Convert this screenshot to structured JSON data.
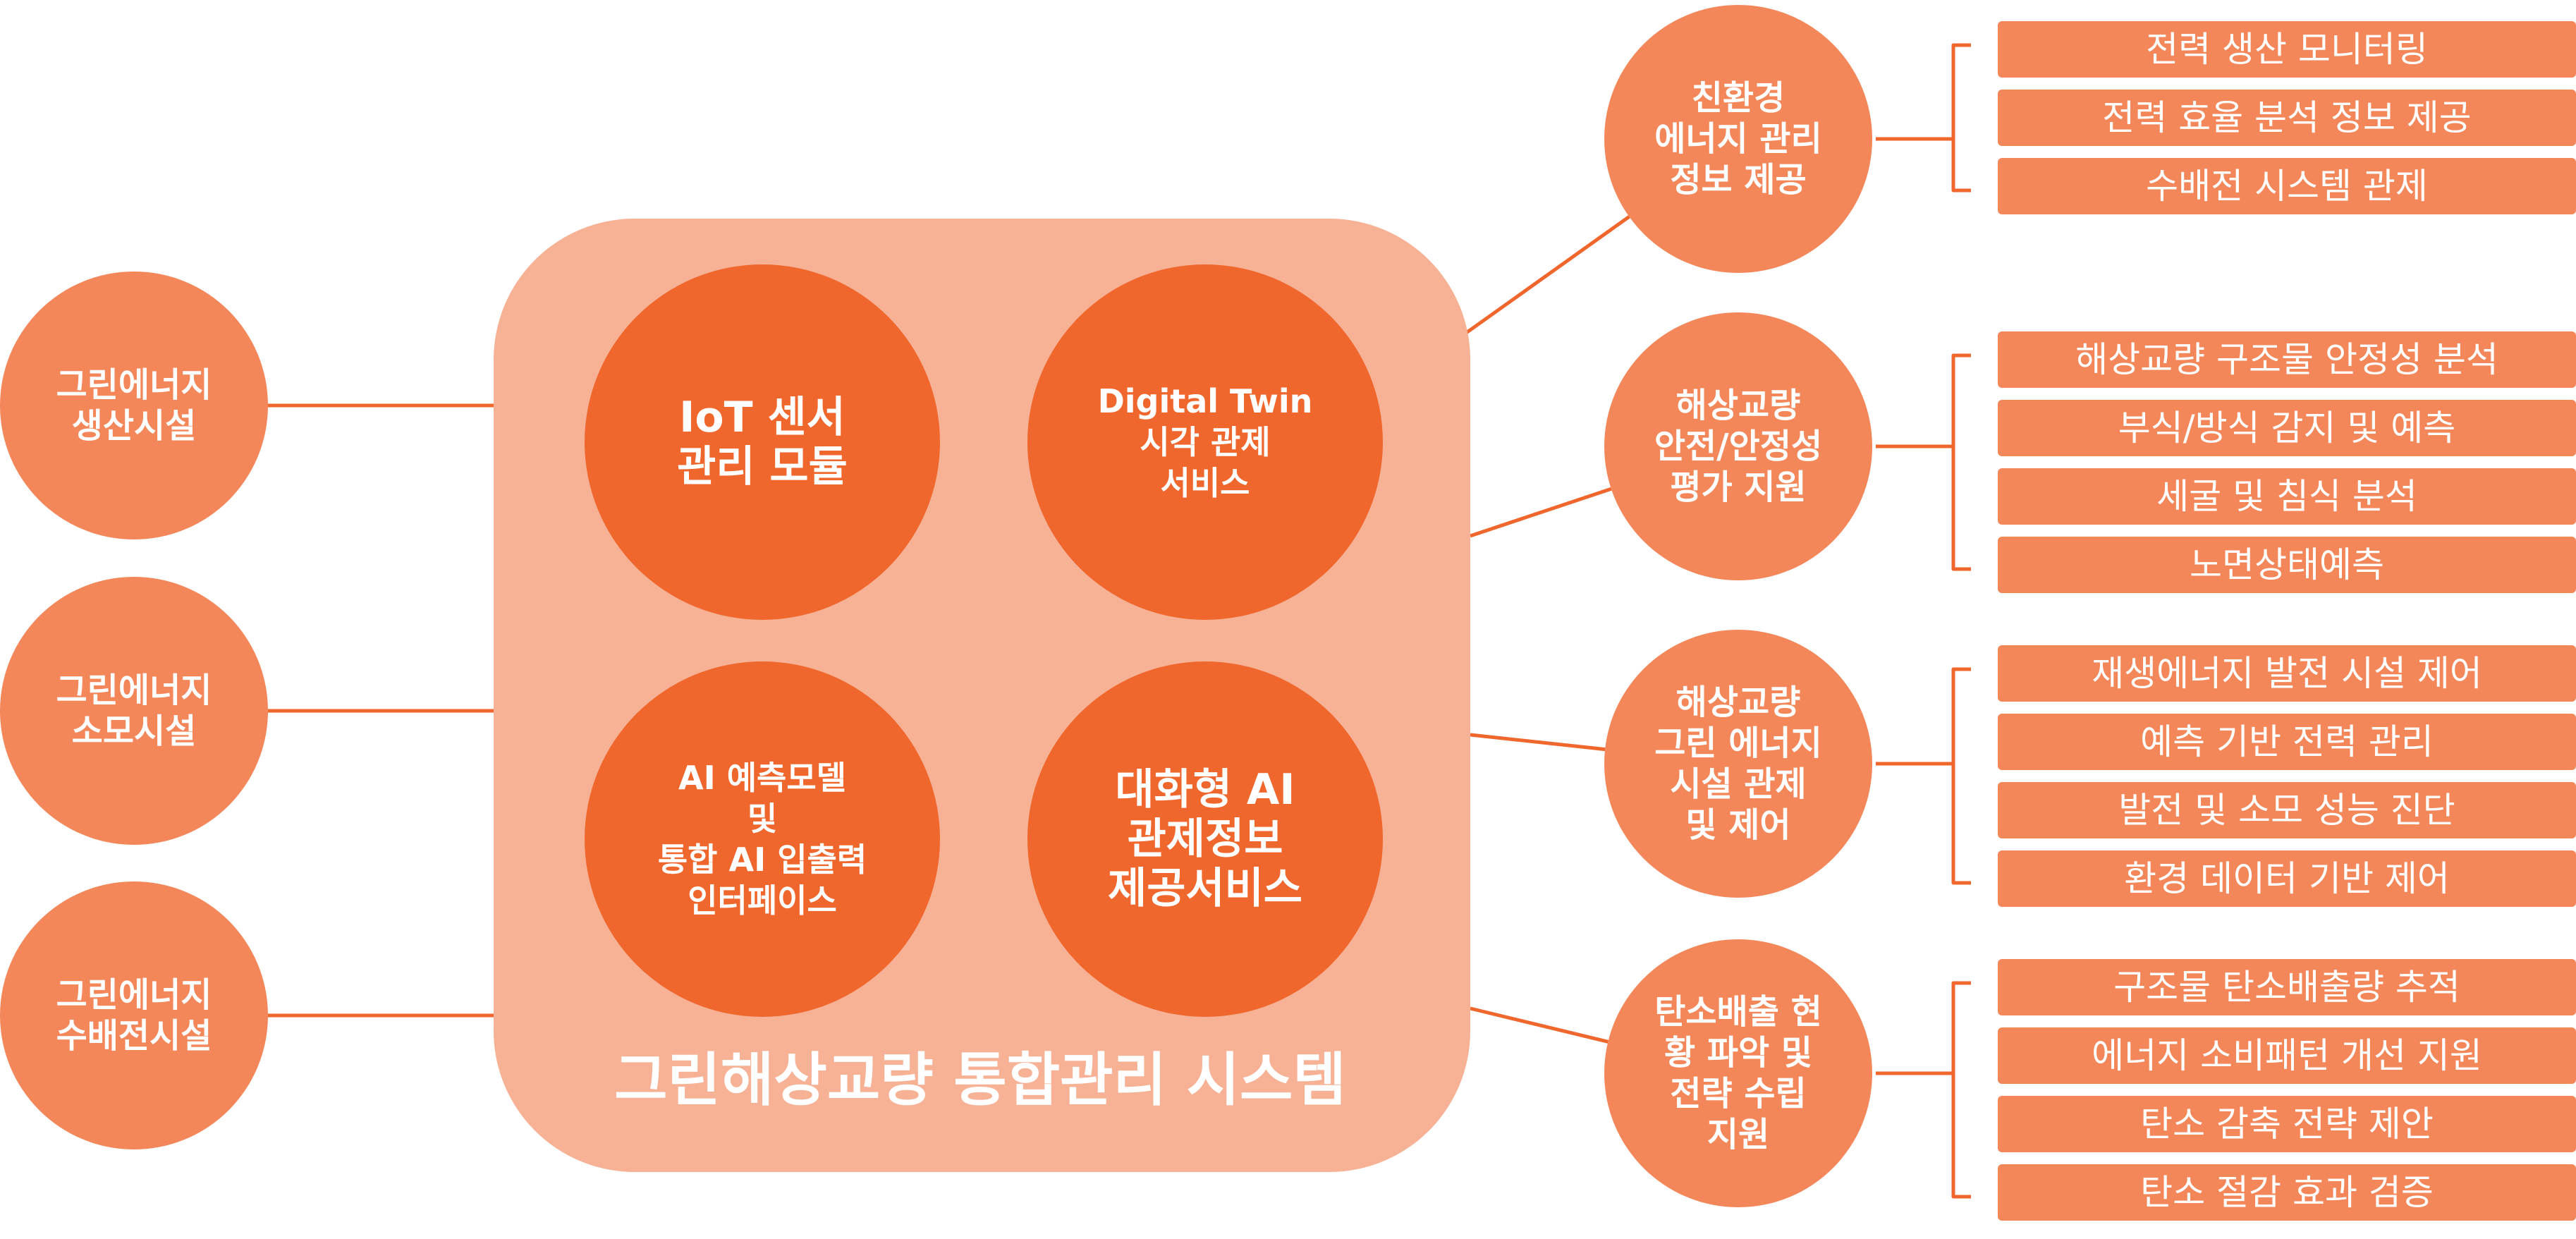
{
  "colors": {
    "circle": "#F4875A",
    "module": "#F0672D",
    "container": "#F7B194",
    "line": "#F0672D",
    "bar": "#F4875A",
    "text": "#FFFFFF"
  },
  "left_nodes": [
    {
      "lines": [
        "그린에너지",
        "생산시설"
      ]
    },
    {
      "lines": [
        "그린에너지",
        "소모시설"
      ]
    },
    {
      "lines": [
        "그린에너지",
        "수배전시설"
      ]
    }
  ],
  "system": {
    "title": "그린해상교량 통합관리 시스템",
    "modules": [
      {
        "lines": [
          "IoT 센서",
          "관리 모듈"
        ]
      },
      {
        "lines": [
          "Digital Twin",
          "시각 관제",
          "서비스"
        ]
      },
      {
        "lines": [
          "AI 예측모델",
          "및",
          "통합 AI 입출력",
          "인터페이스"
        ]
      },
      {
        "lines": [
          "대화형 AI",
          "관제정보",
          "제공서비스"
        ]
      }
    ]
  },
  "right_nodes": [
    {
      "lines": [
        "친환경",
        "에너지 관리",
        "정보 제공"
      ],
      "features": [
        "전력 생산 모니터링",
        "전력 효율 분석 정보 제공",
        "수배전 시스템 관제"
      ]
    },
    {
      "lines": [
        "해상교량",
        "안전/안정성",
        "평가 지원"
      ],
      "features": [
        "해상교량 구조물 안정성 분석",
        "부식/방식 감지 및 예측",
        "세굴 및 침식 분석",
        "노면상태예측"
      ]
    },
    {
      "lines": [
        "해상교량",
        "그린 에너지",
        "시설 관제",
        "및 제어"
      ],
      "features": [
        "재생에너지 발전 시설 제어",
        "예측 기반 전력 관리",
        "발전 및 소모 성능 진단",
        "환경 데이터 기반 제어"
      ]
    },
    {
      "lines": [
        "탄소배출 현",
        "황 파악 및",
        "전략 수립",
        "지원"
      ],
      "features": [
        "구조물 탄소배출량 추적",
        "에너지 소비패턴 개선 지원",
        "탄소 감축 전략 제안",
        "탄소 절감 효과 검증"
      ]
    }
  ]
}
